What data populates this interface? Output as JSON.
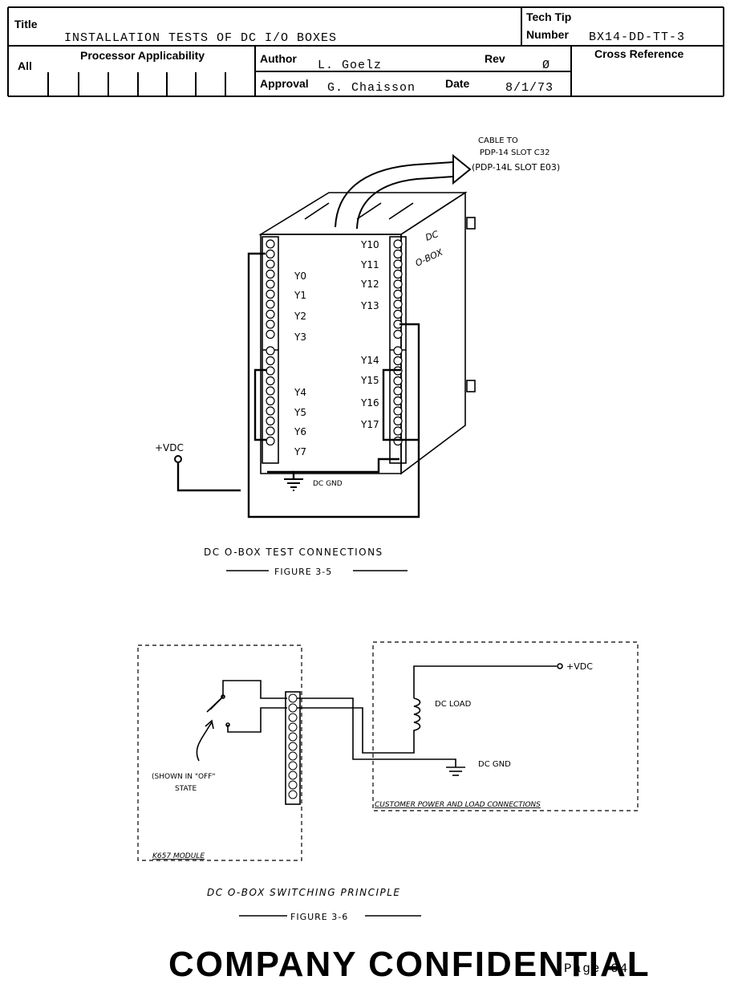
{
  "header": {
    "title_label": "Title",
    "title_value": "INSTALLATION TESTS OF DC I/O BOXES",
    "tech_tip_label": "Tech Tip",
    "number_label": "Number",
    "number_value": "BX14-DD-TT-3",
    "all_label": "All",
    "processor_label": "Processor Applicability",
    "author_label": "Author",
    "author_value": "L. Goelz",
    "rev_label": "Rev",
    "rev_value": "Ø",
    "cross_ref_label": "Cross Reference",
    "approval_label": "Approval",
    "approval_value": "G. Chaisson",
    "date_label": "Date",
    "date_value": "8/1/73"
  },
  "figure_3_5": {
    "cable_note": [
      "CABLE TO",
      "PDP-14 SLOT C32",
      "(PDP-14L SLOT E03)"
    ],
    "box_label": [
      "DC",
      "O-BOX"
    ],
    "left_outputs": [
      "Y0",
      "Y1",
      "Y2",
      "Y3",
      "Y4",
      "Y5",
      "Y6",
      "Y7"
    ],
    "right_outputs": [
      "Y10",
      "Y11",
      "Y12",
      "Y13",
      "Y14",
      "Y15",
      "Y16",
      "Y17"
    ],
    "vdc_label": "+VDC",
    "gnd_label": "DC GND",
    "caption": "DC O-BOX TEST CONNECTIONS",
    "figure_label": "FIGURE 3-5"
  },
  "figure_3_6": {
    "vdc_label": "+VDC",
    "load_label": "DC LOAD",
    "gnd_label": "DC GND",
    "state_note": [
      "(SHOWN IN \"OFF\"",
      "STATE"
    ],
    "module_label": "K657 MODULE",
    "customer_label": "CUSTOMER POWER AND LOAD CONNECTIONS",
    "caption": "DC O-BOX SWITCHING PRINCIPLE",
    "figure_label": "FIGURE 3-6"
  },
  "footer": {
    "confidential": "COMPANY CONFIDENTIAL",
    "page": "Page 64"
  }
}
